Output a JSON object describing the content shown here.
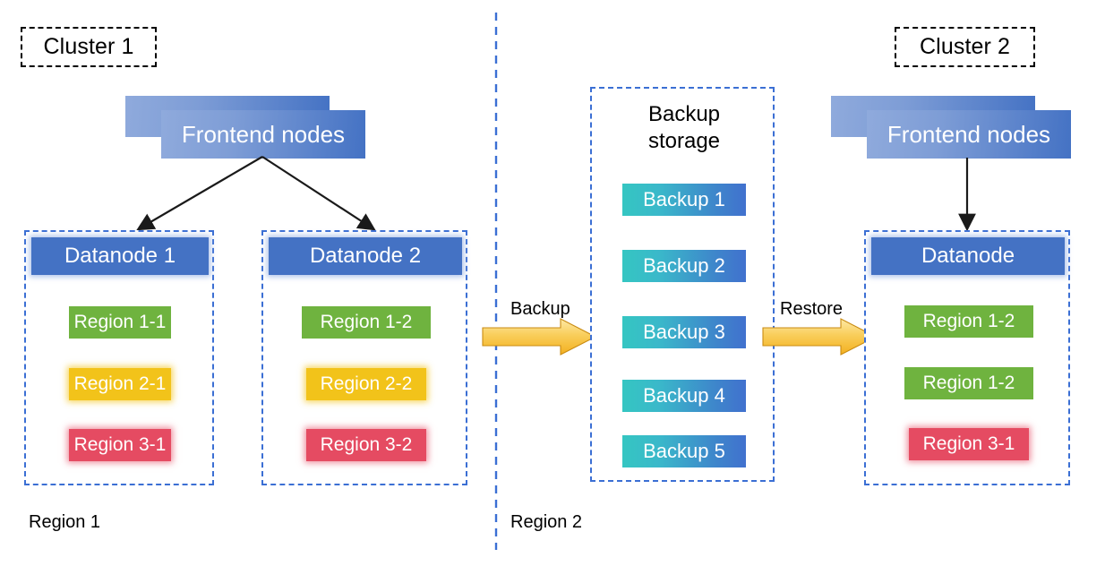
{
  "diagram": {
    "title": "HBase cluster backup and restore topology",
    "colors": {
      "node_blue": "#4472C4",
      "dashed_blue": "#3B6FD4",
      "region_green": "#6FB33F",
      "region_yellow": "#F2C31A",
      "region_red": "#E54B62",
      "backup_gradient_start": "#35C6C2",
      "backup_gradient_end": "#4171CE",
      "arrow_yellow_start": "#FCE08C",
      "arrow_yellow_end": "#F5B324",
      "connector_black": "#1A1A1A"
    }
  },
  "cluster1": {
    "label": "Cluster 1",
    "frontend": {
      "label": "Frontend nodes"
    },
    "datanodes": [
      {
        "header": "Datanode 1",
        "regions": [
          {
            "label": "Region 1-1",
            "color": "green"
          },
          {
            "label": "Region 2-1",
            "color": "yellow"
          },
          {
            "label": "Region 3-1",
            "color": "red"
          }
        ]
      },
      {
        "header": "Datanode 2",
        "regions": [
          {
            "label": "Region 1-2",
            "color": "green"
          },
          {
            "label": "Region 2-2",
            "color": "yellow"
          },
          {
            "label": "Region 3-2",
            "color": "red"
          }
        ]
      }
    ],
    "region_caption": "Region 1"
  },
  "backup_storage": {
    "title_line1": "Backup",
    "title_line2": "storage",
    "items": [
      {
        "label": "Backup 1"
      },
      {
        "label": "Backup 2"
      },
      {
        "label": "Backup 3"
      },
      {
        "label": "Backup 4"
      },
      {
        "label": "Backup 5"
      }
    ],
    "region_caption": "Region 2"
  },
  "cluster2": {
    "label": "Cluster 2",
    "frontend": {
      "label": "Frontend nodes"
    },
    "datanode": {
      "header": "Datanode",
      "regions": [
        {
          "label": "Region 1-2",
          "color": "green"
        },
        {
          "label": "Region 1-2",
          "color": "green"
        },
        {
          "label": "Region 3-1",
          "color": "red"
        }
      ]
    }
  },
  "flows": {
    "backup_label": "Backup",
    "restore_label": "Restore"
  }
}
